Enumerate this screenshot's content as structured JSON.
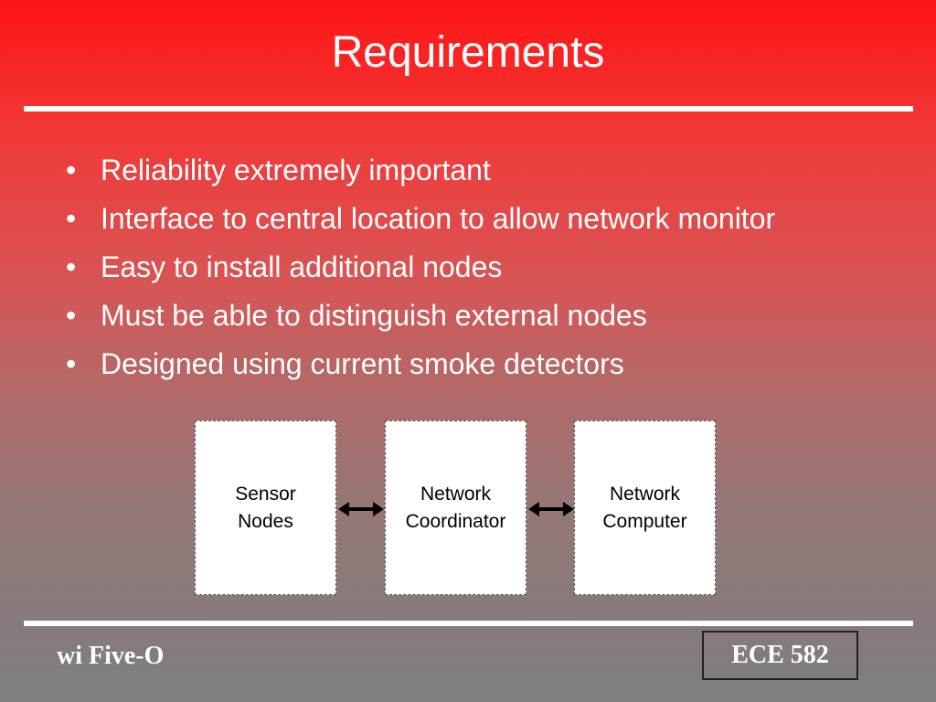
{
  "slide": {
    "title": "Requirements",
    "bullet_char": "•",
    "bullets": [
      "Reliability extremely important",
      "Interface to central location to allow network monitor",
      "Easy to install additional nodes",
      "Must be able to distinguish external nodes",
      "Designed using current smoke detectors"
    ]
  },
  "diagram": {
    "boxes": [
      {
        "line1": "Sensor",
        "line2": "Nodes"
      },
      {
        "line1": "Network",
        "line2": "Coordinator"
      },
      {
        "line1": "Network",
        "line2": "Computer"
      }
    ]
  },
  "footer": {
    "left": "wi Five-O",
    "right": "ECE 582"
  },
  "colors": {
    "gradient_top": "#ff1414",
    "gradient_bottom": "#7f7f7f",
    "text": "#ffffff"
  }
}
